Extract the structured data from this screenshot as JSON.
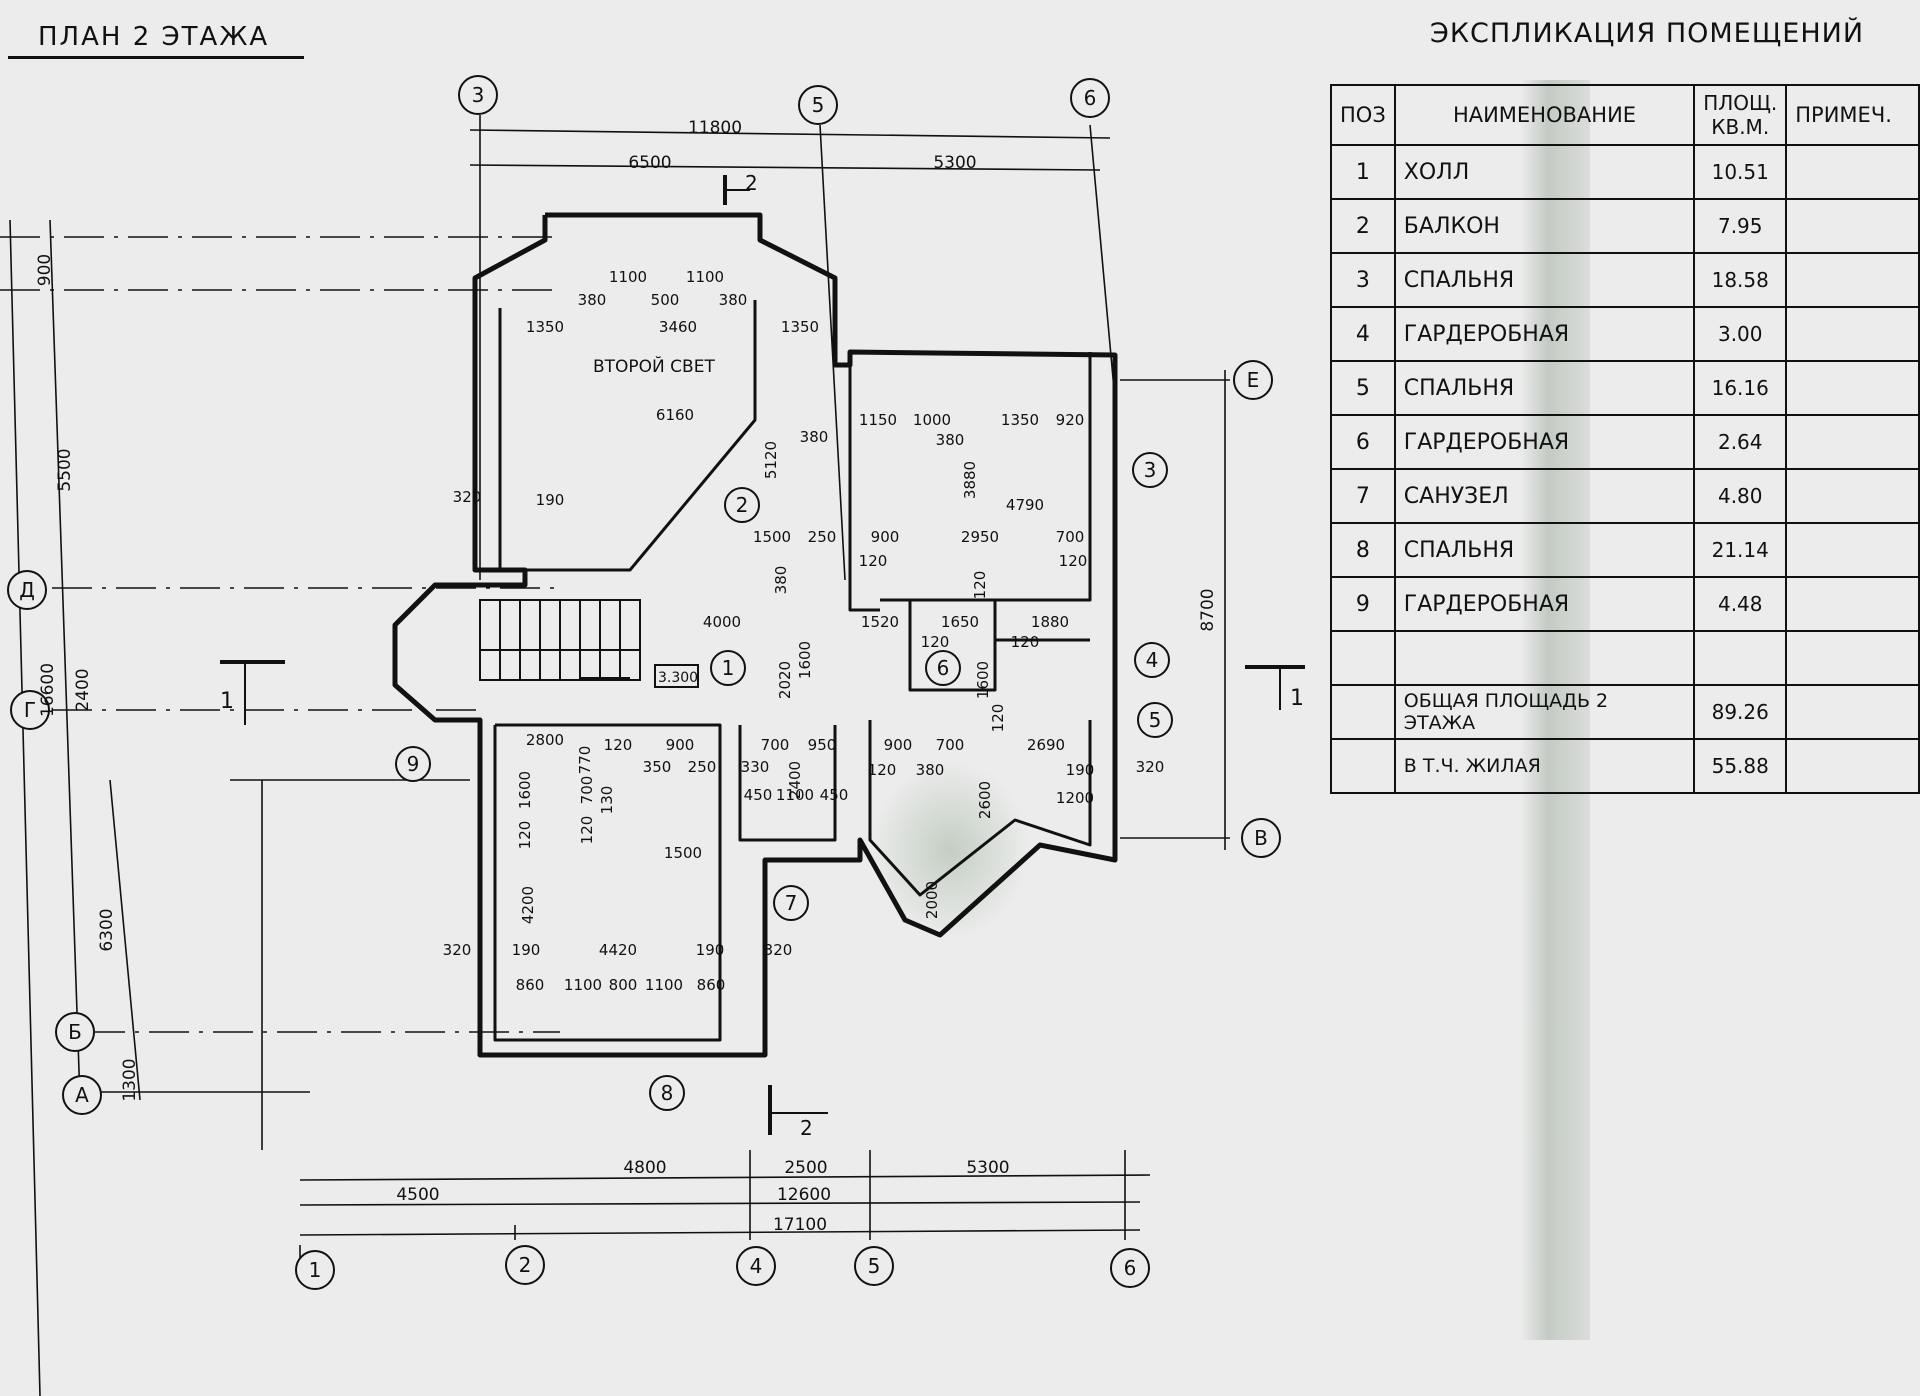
{
  "plan_title": "ПЛАН 2 ЭТАЖА",
  "table": {
    "title": "ЭКСПЛИКАЦИЯ ПОМЕЩЕНИЙ",
    "headers": {
      "pos": "ПОЗ",
      "name": "НАИМЕНОВАНИЕ",
      "area": "ПЛОЩ. КВ.М.",
      "note": "ПРИМЕЧ."
    },
    "rows": [
      {
        "pos": "1",
        "name": "ХОЛЛ",
        "area": "10.51"
      },
      {
        "pos": "2",
        "name": "БАЛКОН",
        "area": "7.95"
      },
      {
        "pos": "3",
        "name": "СПАЛЬНЯ",
        "area": "18.58"
      },
      {
        "pos": "4",
        "name": "ГАРДЕРОБНАЯ",
        "area": "3.00"
      },
      {
        "pos": "5",
        "name": "СПАЛЬНЯ",
        "area": "16.16"
      },
      {
        "pos": "6",
        "name": "ГАРДЕРОБНАЯ",
        "area": "2.64"
      },
      {
        "pos": "7",
        "name": "САНУЗЕЛ",
        "area": "4.80"
      },
      {
        "pos": "8",
        "name": "СПАЛЬНЯ",
        "area": "21.14"
      },
      {
        "pos": "9",
        "name": "ГАРДЕРОБНАЯ",
        "area": "4.48"
      },
      {
        "pos": "",
        "name": "",
        "area": ""
      }
    ],
    "total": {
      "name": "ОБЩАЯ ПЛОЩАДЬ 2 ЭТАЖА",
      "area": "89.26"
    },
    "living": {
      "name": "В Т.Ч. ЖИЛАЯ",
      "area": "55.88"
    }
  },
  "axes": {
    "top": [
      "3",
      "5",
      "6"
    ],
    "bottom": [
      "1",
      "2",
      "4",
      "5",
      "6"
    ],
    "left": [
      "Д",
      "Г",
      "Б",
      "А"
    ],
    "right": [
      "Е",
      "В"
    ]
  },
  "room_markers": [
    "1",
    "2",
    "3",
    "4",
    "5",
    "6",
    "7",
    "8",
    "9"
  ],
  "section_marks": {
    "s1": "1",
    "s2": "2"
  },
  "room_labels": {
    "second_light": "ВТОРОЙ СВЕТ",
    "level": "3.300"
  },
  "dims": {
    "top_total": "11800",
    "top_a": "6500",
    "top_b": "5300",
    "bottom_48": "4800",
    "bottom_25": "2500",
    "bottom_53": "5300",
    "bottom_45": "4500",
    "bottom_126": "12600",
    "bottom_171": "17100",
    "left_900": "900",
    "left_5500": "5500",
    "left_16600": "16600",
    "left_2400": "2400",
    "left_6300": "6300",
    "left_1300": "1300",
    "right_8700": "8700",
    "d1100a": "1100",
    "d1100b": "1100",
    "d380a": "380",
    "d500": "500",
    "d380b": "380",
    "d1350a": "1350",
    "d3460": "3460",
    "d1350b": "1350",
    "d6160": "6160",
    "d5120": "5120",
    "d380c": "380",
    "d320a": "320",
    "d190a": "190",
    "d1150": "1150",
    "d1000": "1000",
    "d1350c": "1350",
    "d920": "920",
    "d380d": "380",
    "d3880": "3880",
    "d4790": "4790",
    "d1500a": "1500",
    "d250a": "250",
    "d900a": "900",
    "d2950": "2950",
    "d700a": "700",
    "d120a": "120",
    "d120b": "120",
    "d120c": "120",
    "d380e": "380",
    "d4000": "4000",
    "d1520": "1520",
    "d1650": "1650",
    "d1880": "1880",
    "d2020": "2020",
    "d1600a": "1600",
    "d120d": "120",
    "d120e": "120",
    "d1600b": "1600",
    "d2800": "2800",
    "d770": "770",
    "d120f": "120",
    "d900b": "900",
    "d350": "350",
    "d250b": "250",
    "d700b": "700",
    "d950": "950",
    "d330": "330",
    "d900c": "900",
    "d700c": "700",
    "d2690": "2690",
    "d120g": "120",
    "d380f": "380",
    "d190b": "190",
    "d320b": "320",
    "d1600c": "1600",
    "d700d": "700",
    "d120h": "120",
    "d130": "130",
    "d120i": "120",
    "d450a": "450",
    "d1100c": "1100",
    "d450b": "450",
    "d2400": "2400",
    "d2600": "2600",
    "d1200": "1200",
    "d120j": "120",
    "d1500b": "1500",
    "d2000": "2000",
    "d4200": "4200",
    "d320c": "320",
    "d190c": "190",
    "d4420": "4420",
    "d190d": "190",
    "d320d": "320",
    "d860a": "860",
    "d1100d": "1100",
    "d800": "800",
    "d1100e": "1100",
    "d860b": "860"
  }
}
